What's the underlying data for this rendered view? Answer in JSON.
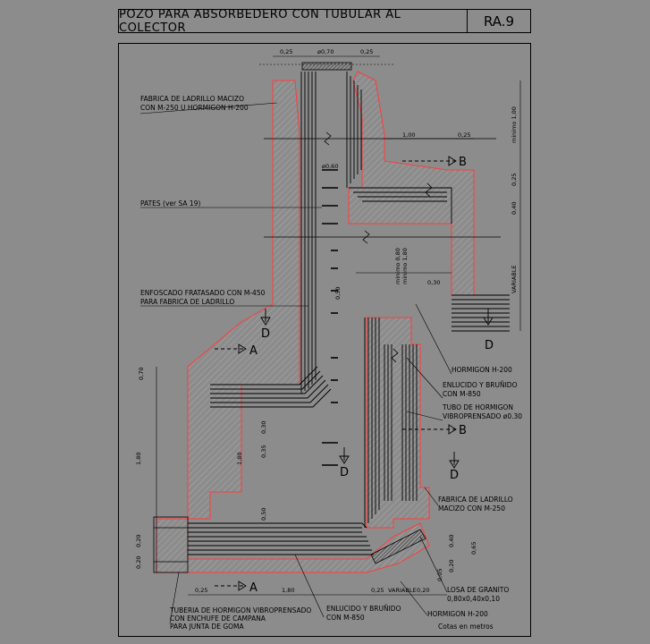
{
  "title": "POZO PARA ABSORBEDERO CON TUBULAR AL COLECTOR",
  "code": "RA.9",
  "labels": {
    "fabrica1_l1": "FABRICA DE LADRILLO MACIZO",
    "fabrica1_l2": "CON M-250 U HORMIGON H-200",
    "pates": "PATES (ver SA 19)",
    "enfoscado_l1": "ENFOSCADO FRATASADO CON M-450",
    "enfoscado_l2": "PARA FABRICA DE LADRILLO",
    "hormigon1": "HORMIGON H-200",
    "enlucido1_l1": "ENLUCIDO Y BRUÑIDO",
    "enlucido1_l2": "CON M-850",
    "tubo_l1": "TUBO DE HORMIGON",
    "tubo_l2": "VIBROPRENSADO ø0.30",
    "fabrica2_l1": "FABRICA DE LADRILLO",
    "fabrica2_l2": "MACIZO CON M-250",
    "losa_l1": "LOSA DE GRANITO",
    "losa_l2": "0,80x0,40x0,10",
    "hormigon2": "HORMIGON H-200",
    "tuberia_l1": "TUBERIA DE HORMIGON VIBROPRENSADO",
    "tuberia_l2": "CON ENCHUFE DE CAMPANA",
    "tuberia_l3": "PARA JUNTA DE GOMA",
    "enlucido2_l1": "ENLUCIDO Y BRUÑIDO",
    "enlucido2_l2": "CON M-850",
    "cotas": "Cotas en metros"
  },
  "dims": {
    "d025a": "0,25",
    "d070": "ø0,70",
    "d025b": "0,25",
    "d100": "1,00",
    "d025c": "0,25",
    "d060": "ø0,60",
    "minimo100": "minimo 1,00",
    "d025v": "0,25",
    "d040v": "0,40",
    "minimo080": "minimo 0,80",
    "minimo180": "minimo 1,80",
    "variable_r": "VARIABLE",
    "d030": "0,30",
    "d050": "0,50",
    "d070v": "0,70",
    "d030v": "0,30",
    "d035v": "0,35",
    "d180a": "1,80",
    "d180b": "1,80",
    "d050v": "0,50",
    "d020a": "0,20",
    "d020b": "0,20",
    "d040b": "0,40",
    "d065": "0,65",
    "d005": "0,05",
    "d020c": "0,20",
    "d025d": "0,25",
    "d180c": "1,80",
    "d025e": "0,25",
    "variable_b": "VARIABLE",
    "d020d": "0,20"
  },
  "sections": {
    "A": "A",
    "B": "B",
    "D": "D"
  },
  "colors": {
    "background": "#8c8c8c",
    "outline": "#ff3b3b",
    "hatch": "#b5b5b5",
    "ink": "#000000"
  }
}
